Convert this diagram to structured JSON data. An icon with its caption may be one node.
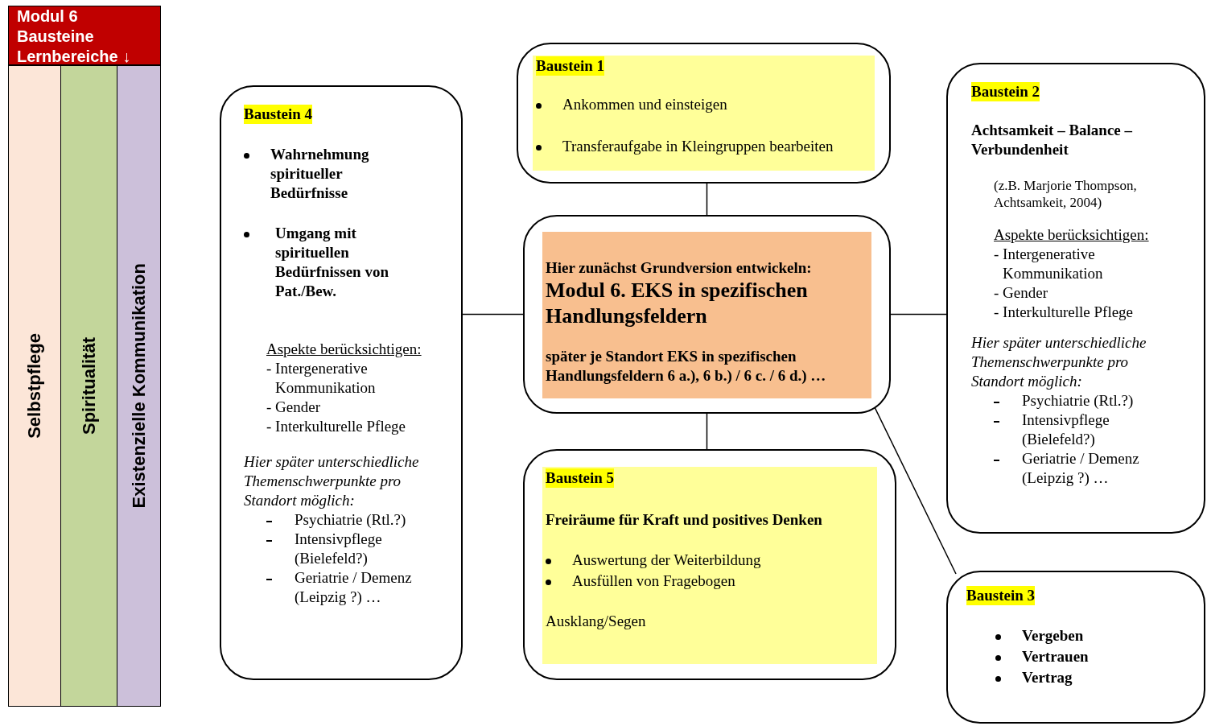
{
  "diagram": {
    "nodes": [
      {
        "text": [
          "Modul 6 Bausteine Lernbereiche ↓"
        ]
      },
      {
        "text": [
          "Selbstpflege"
        ]
      },
      {
        "text": [
          "Spiritualität"
        ]
      },
      {
        "text": [
          "Existenzielle Kommunikation"
        ]
      },
      {
        "text": [
          "Baustein 1",
          "Ankommen und einsteigen",
          "Transferaufgabe in Kleingruppen bearbeiten"
        ]
      },
      {
        "text": [
          "Baustein 4",
          "Wahrnehmung spiritueller Bedürfnisse",
          "Umgang mit spirituellen Bedürfnissen von Pat./Bew.",
          "Aspekte berücksichtigen:",
          "- Intergenerative Kommunikation",
          "- Gender",
          "- Interkulturelle Pflege",
          "Hier später unterschiedliche Themenschwerpunkte pro Standort möglich:",
          "Psychiatrie (Rtl.?)",
          "Intensivpflege (Bielefeld?)",
          "Geriatrie / Demenz (Leipzig ?) …"
        ]
      },
      {
        "text": [
          "Hier zunächst Grundversion entwickeln:",
          "Modul 6. EKS in spezifischen Handlungsfeldern",
          "später je Standort EKS in spezifischen Handlungsfeldern 6 a.), 6 b.) / 6 c. / 6 d.) …"
        ]
      },
      {
        "text": [
          "Baustein 2",
          "Achtsamkeit – Balance – Verbundenheit",
          "(z.B. Marjorie Thompson, Achtsamkeit, 2004)",
          "Aspekte berücksichtigen:",
          "- Intergenerative Kommunikation",
          "- Gender",
          "- Interkulturelle Pflege",
          "Hier später unterschiedliche Themenschwerpunkte pro Standort möglich:",
          "Psychiatrie (Rtl.?)",
          "Intensivpflege (Bielefeld?)",
          "Geriatrie / Demenz (Leipzig ?) …"
        ]
      },
      {
        "text": [
          "Baustein 5",
          "Freiräume für Kraft und positives Denken",
          "Auswertung der Weiterbildung",
          "Ausfüllen von Fragebogen",
          "Ausklang/Segen"
        ]
      },
      {
        "text": [
          "Baustein 3",
          "Vergeben",
          "Vertrauen",
          "Vertrag"
        ]
      }
    ],
    "edges": [
      {
        "from": 4,
        "to": 6,
        "arrow": "none"
      },
      {
        "from": 5,
        "to": 6,
        "arrow": "none"
      },
      {
        "from": 6,
        "to": 7,
        "arrow": "none"
      },
      {
        "from": 6,
        "to": 8,
        "arrow": "none"
      },
      {
        "from": 6,
        "to": 9,
        "arrow": "none"
      }
    ]
  }
}
